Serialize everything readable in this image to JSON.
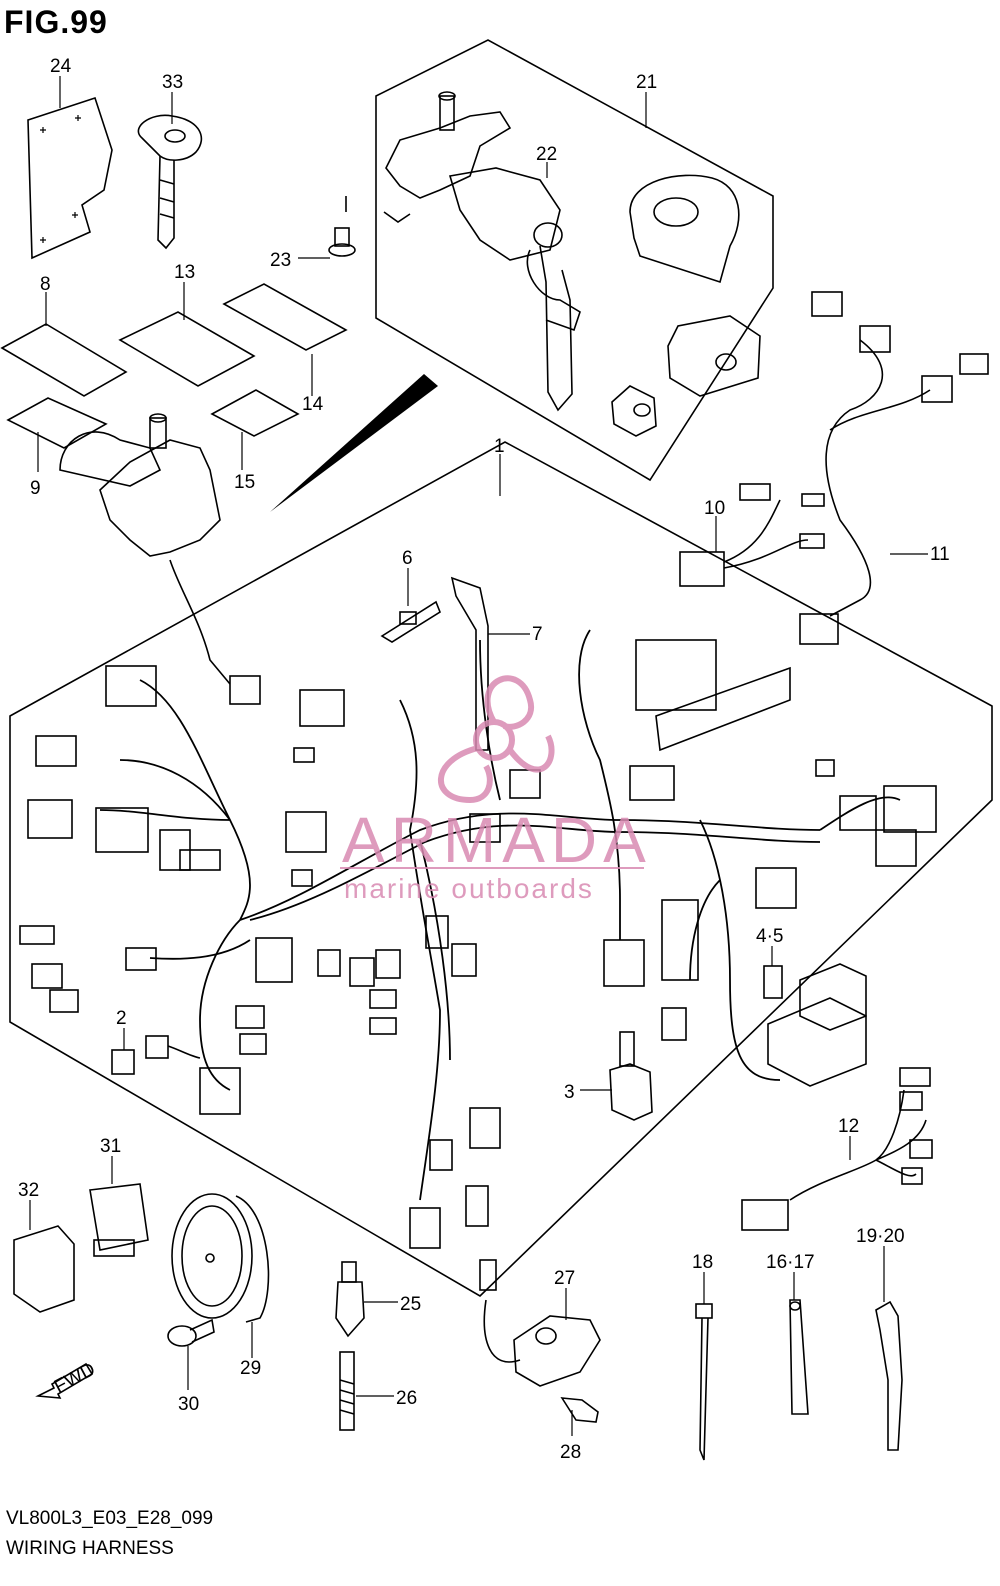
{
  "figure": {
    "title": "FIG.99",
    "model_code": "VL800L3_E03_E28_099",
    "caption": "WIRING HARNESS"
  },
  "watermark": {
    "brand": "ARMADA",
    "tagline": "marine outboards",
    "color": "#d98ab2"
  },
  "fwd_label": "FWD",
  "callouts": [
    "24",
    "33",
    "21",
    "22",
    "23",
    "8",
    "13",
    "14",
    "15",
    "9",
    "1",
    "10",
    "11",
    "6",
    "7",
    "2",
    "3",
    "4·5",
    "12",
    "31",
    "32",
    "25",
    "26",
    "27",
    "28",
    "29",
    "30",
    "18",
    "16·17",
    "19·20"
  ]
}
